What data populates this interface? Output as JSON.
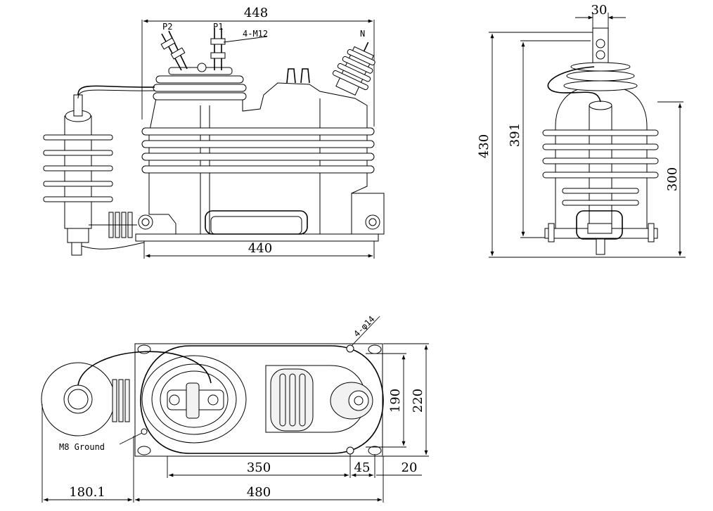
{
  "front_view": {
    "dim_top_width": "448",
    "dim_base_width": "440",
    "label_p2": "P2",
    "label_p1": "P1",
    "label_n": "N",
    "label_bolts": "4-M12"
  },
  "side_view": {
    "dim_top_width": "30",
    "dim_total_height": "430",
    "dim_terminal_height": "391",
    "dim_body_height": "300"
  },
  "top_view": {
    "label_holes": "4-φ14",
    "label_ground": "M8 Ground",
    "dim_inner_depth": "190",
    "dim_outer_depth": "220",
    "dim_hole_spacing": "350",
    "dim_offset_45": "45",
    "dim_offset_20": "20",
    "dim_arrester_offset": "180.1",
    "dim_total_length": "480"
  }
}
